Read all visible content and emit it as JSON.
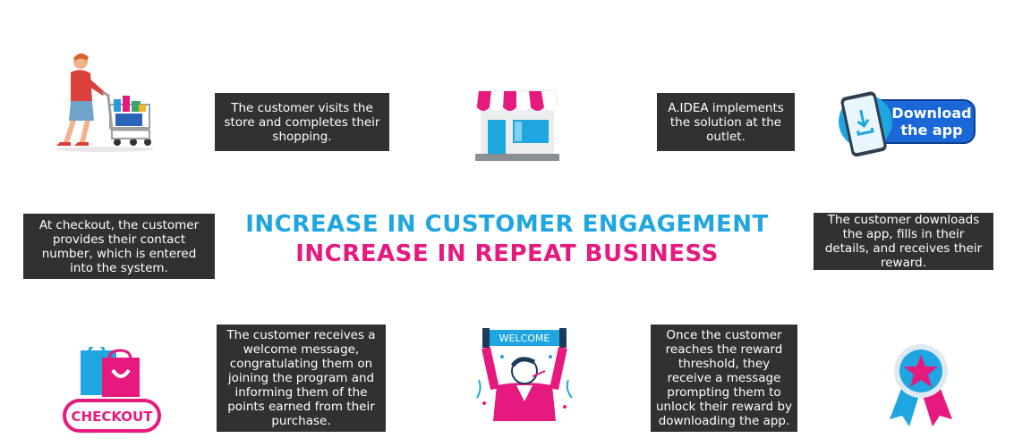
{
  "headlines": {
    "line1": "INCREASE IN CUSTOMER ENGAGEMENT",
    "line2": "INCREASE IN REPEAT BUSINESS"
  },
  "steps": {
    "visit_store": "The customer visits the store and completes their shopping.",
    "implement": "A.IDEA implements the solution at the outlet.",
    "download": "The customer downloads the app, fills in their details, and receives their reward.",
    "checkout": "At checkout, the customer provides their contact number, which is entered into the system.",
    "welcome": "The customer receives a welcome message, congratulating them on joining the program and informing them of the points earned from their purchase.",
    "threshold": "Once the customer reaches the reward threshold, they receive a message prompting them to unlock their reward by downloading the app."
  },
  "icons": {
    "shopper": "shopping-cart-person-icon",
    "store": "storefront-icon",
    "download_app": "download-the-app-phone-icon",
    "checkout": "checkout-bags-icon",
    "welcome": "welcome-banner-person-icon",
    "reward": "reward-badge-icon"
  },
  "badges": {
    "download_line1": "Download",
    "download_line2": "the app",
    "checkout_label": "CHECKOUT",
    "welcome_label": "WELCOME"
  },
  "colors": {
    "accent_blue": "#1fa6e0",
    "accent_pink": "#e6197e",
    "box_bg": "#2f3133"
  }
}
